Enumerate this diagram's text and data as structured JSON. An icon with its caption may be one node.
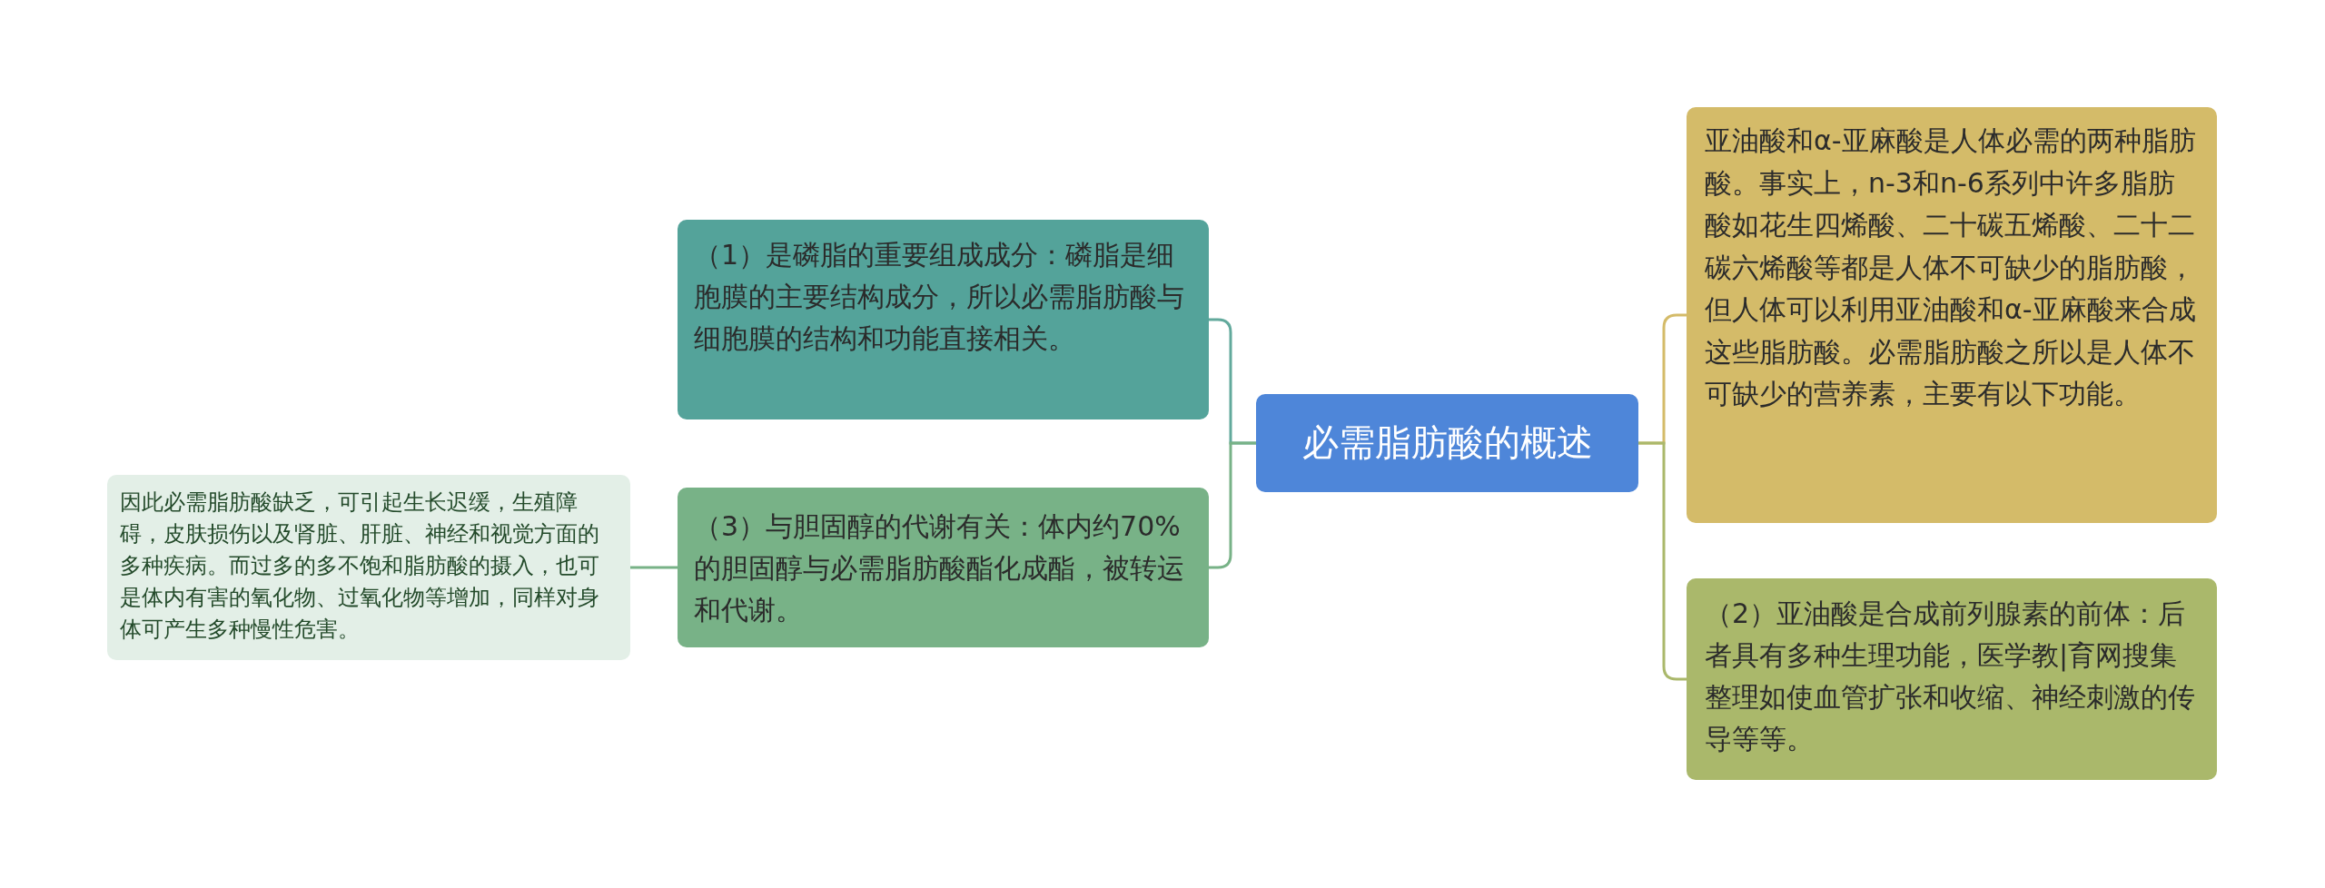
{
  "diagram": {
    "nodes": [
      {
        "text": [
          "必需脂肪酸的概述"
        ]
      },
      {
        "text": [
          "（1）是磷脂的重要组成成分：磷脂是细胞膜的主要结构成分，所以必需脂肪酸与细胞膜的结构和功能直接相关。"
        ]
      },
      {
        "text": [
          "（3）与胆固醇的代谢有关：体内约70%的胆固醇与必需脂肪酸酯化成酯，被转运和代谢。"
        ]
      },
      {
        "text": [
          "因此必需脂肪酸缺乏，可引起生长迟缓，生殖障碍，皮肤损伤以及肾脏、肝脏、神经和视觉方面的多种疾病。而过多的多不饱和脂肪酸的摄入，也可是体内有害的氧化物、过氧化物等增加，同样对身体可产生多种慢性危害。"
        ]
      },
      {
        "text": [
          "亚油酸和α-亚麻酸是人体必需的两种脂肪酸。事实上，n-3和n-6系列中许多脂肪酸如花生四烯酸、二十碳五烯酸、二十二碳六烯酸等都是人体不可缺少的脂肪酸，但人体可以利用亚油酸和α-亚麻酸来合成这些脂肪酸。必需脂肪酸之所以是人体不可缺少的营养素，主要有以下功能。"
        ]
      },
      {
        "text": [
          "（2）亚油酸是合成前列腺素的前体：后者具有多种生理功能，医学教|育网搜集整理如使血管扩张和收缩、神经刺激的传导等等。"
        ]
      }
    ],
    "edges": [
      {
        "from": 0,
        "to": 1,
        "arrow": "none",
        "color": "#62a99c"
      },
      {
        "from": 0,
        "to": 2,
        "arrow": "none",
        "color": "#78b287"
      },
      {
        "from": 2,
        "to": 3,
        "arrow": "none",
        "color": "#78b287"
      },
      {
        "from": 0,
        "to": 4,
        "arrow": "none",
        "color": "#d4bb69"
      },
      {
        "from": 0,
        "to": 5,
        "arrow": "none",
        "color": "#aab86b"
      }
    ]
  }
}
